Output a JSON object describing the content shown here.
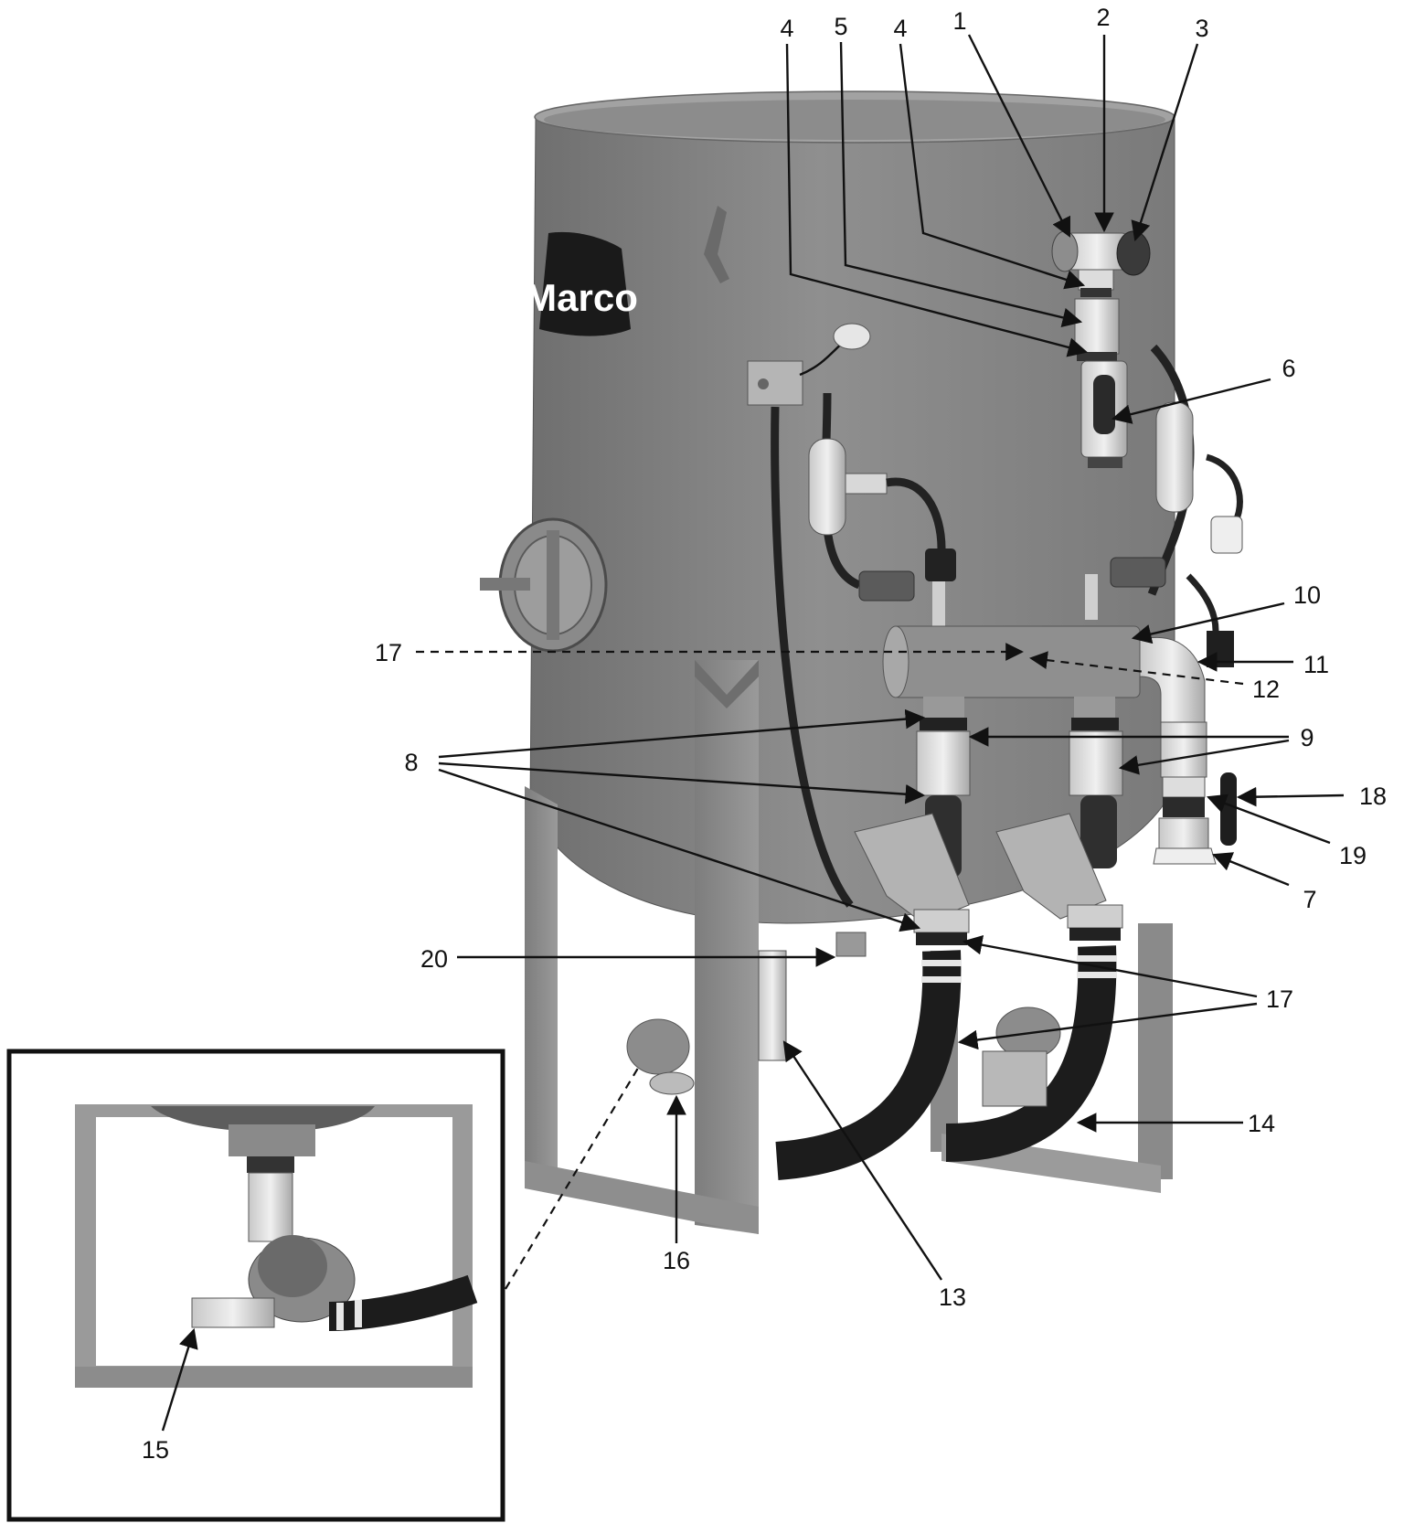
{
  "diagram": {
    "logo_text": "Marco",
    "callouts": {
      "c1": "1",
      "c2": "2",
      "c3": "3",
      "c4a": "4",
      "c4b": "4",
      "c5": "5",
      "c6": "6",
      "c7": "7",
      "c8": "8",
      "c9": "9",
      "c10": "10",
      "c11": "11",
      "c12": "12",
      "c13": "13",
      "c14": "14",
      "c15": "15",
      "c16": "16",
      "c17a": "17",
      "c17b": "17",
      "c18": "18",
      "c19": "19",
      "c20": "20"
    }
  }
}
